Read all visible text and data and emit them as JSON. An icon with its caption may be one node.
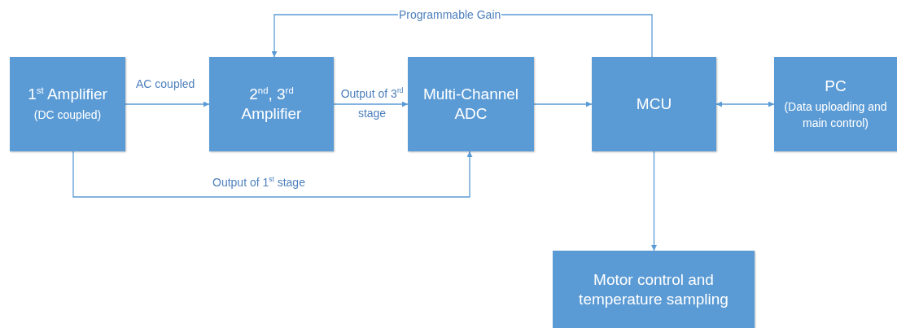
{
  "diagram": {
    "nodes": [
      {
        "text": [
          "1$^{st}$ Amplifier",
          "(DC coupled)"
        ]
      },
      {
        "text": [
          "2$^{nd}$, 3$^{rd}$ Amplifier"
        ]
      },
      {
        "text": [
          "Multi-Channel ADC"
        ]
      },
      {
        "text": [
          "MCU"
        ]
      },
      {
        "text": [
          "PC",
          "(Data uploading and main control)"
        ]
      },
      {
        "text": [
          "Motor control and temperature sampling"
        ]
      }
    ],
    "edges": [
      {
        "from": 0,
        "to": 1,
        "arrow": "to",
        "label": "AC coupled"
      },
      {
        "from": 1,
        "to": 2,
        "arrow": "to",
        "label": "Output of 3$^{rd}$ stage"
      },
      {
        "from": 2,
        "to": 3,
        "arrow": "to"
      },
      {
        "from": 3,
        "to": 4,
        "arrow": "both"
      },
      {
        "from": 3,
        "to": 1,
        "arrow": "to",
        "label": "Programmable Gain"
      },
      {
        "from": 0,
        "to": 2,
        "arrow": "to",
        "label": "Output of 1$^{st}$ stage"
      },
      {
        "from": 3,
        "to": 5,
        "arrow": "to"
      }
    ]
  }
}
